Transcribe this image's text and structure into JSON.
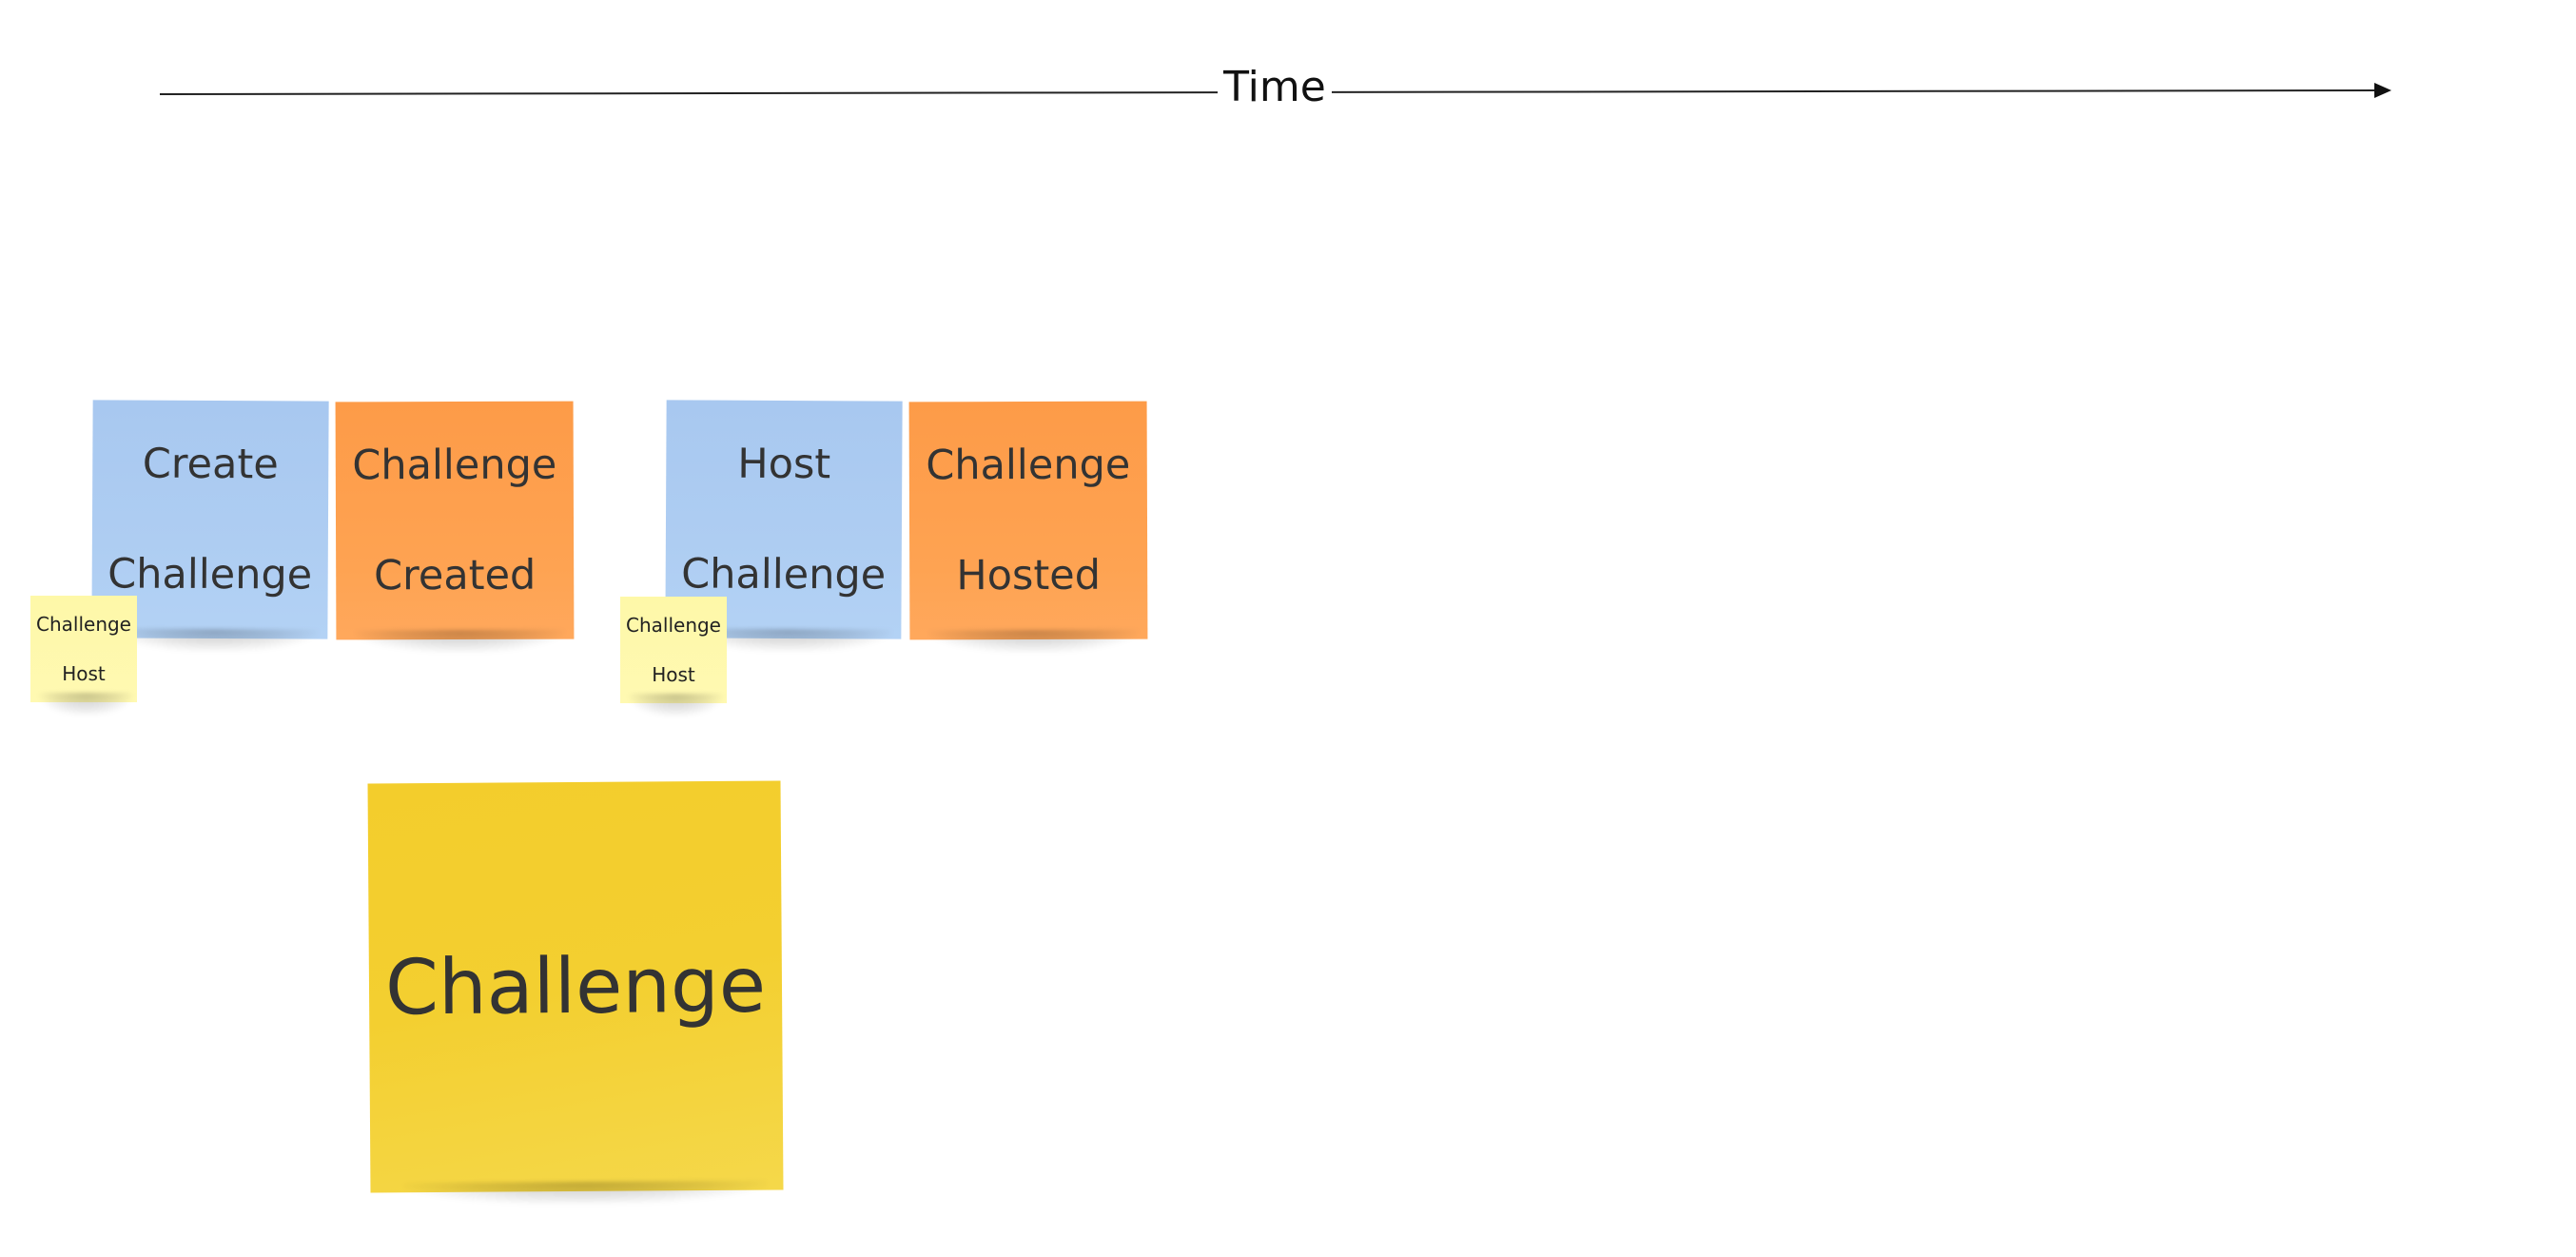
{
  "timeline": {
    "label": "Time"
  },
  "notes": {
    "create_challenge": {
      "lines": [
        "Create",
        "Challenge"
      ],
      "kind": "command",
      "color": "#aecdf2"
    },
    "challenge_created": {
      "lines": [
        "Challenge",
        "Created"
      ],
      "kind": "event",
      "color": "#fea352"
    },
    "host_challenge": {
      "lines": [
        "Host",
        "Challenge"
      ],
      "kind": "command",
      "color": "#aecdf2"
    },
    "challenge_hosted": {
      "lines": [
        "Challenge",
        "Hosted"
      ],
      "kind": "event",
      "color": "#fea352"
    },
    "challenge_host_1": {
      "lines": [
        "Challenge",
        "Host"
      ],
      "kind": "actor",
      "color": "#fff9b2"
    },
    "challenge_host_2": {
      "lines": [
        "Challenge",
        "Host"
      ],
      "kind": "actor",
      "color": "#fff9b2"
    },
    "challenge": {
      "lines": [
        "Challenge"
      ],
      "kind": "aggregate",
      "color": "#f3cf30"
    }
  }
}
